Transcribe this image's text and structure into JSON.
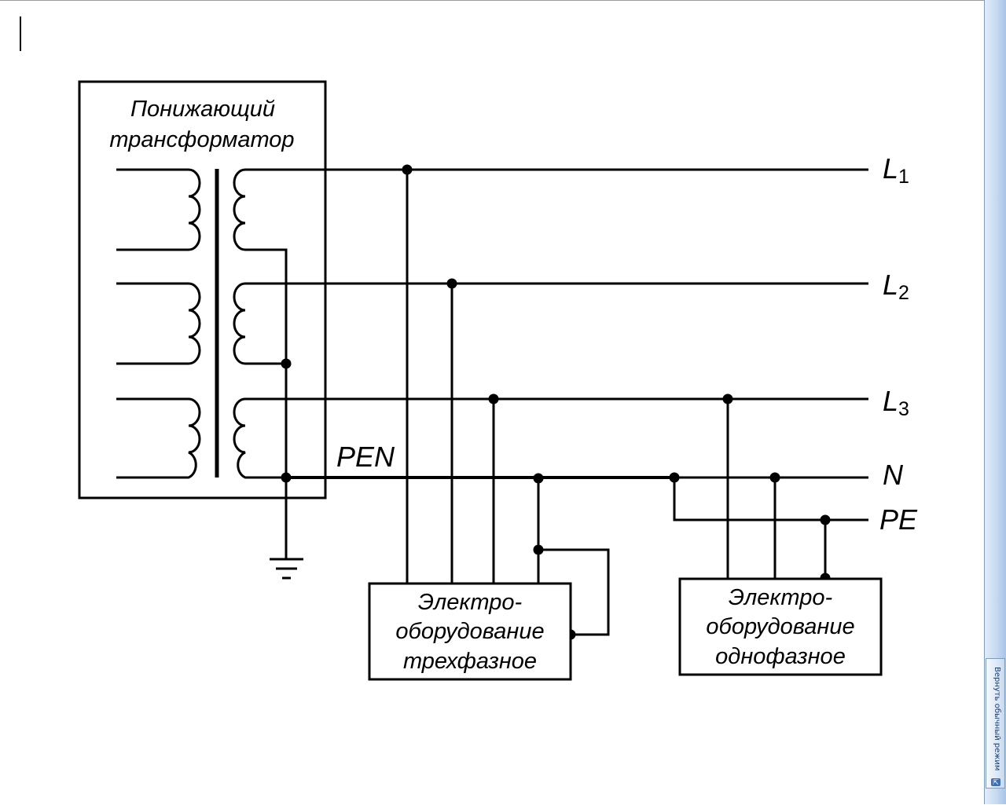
{
  "diagram": {
    "transformer_title_line1": "Понижающий",
    "transformer_title_line2": "трансформатор",
    "bus_labels": {
      "L1": {
        "letter": "L",
        "sub": "1"
      },
      "L2": {
        "letter": "L",
        "sub": "2"
      },
      "L3": {
        "letter": "L",
        "sub": "3"
      },
      "N": "N",
      "PE": "PE",
      "PEN": "PEN"
    },
    "three_phase_box": [
      "Электро-",
      "оборудование",
      "трехфазное"
    ],
    "single_phase_box": [
      "Электро-",
      "оборудование",
      "однофазное"
    ]
  },
  "side_panel": {
    "restore_mode_label": "Вернуть обычный режим",
    "restore_mode_icon": "arrow-icon"
  },
  "colors": {
    "line": "#000000",
    "background": "#ffffff",
    "panel": "#c5d9f1"
  }
}
